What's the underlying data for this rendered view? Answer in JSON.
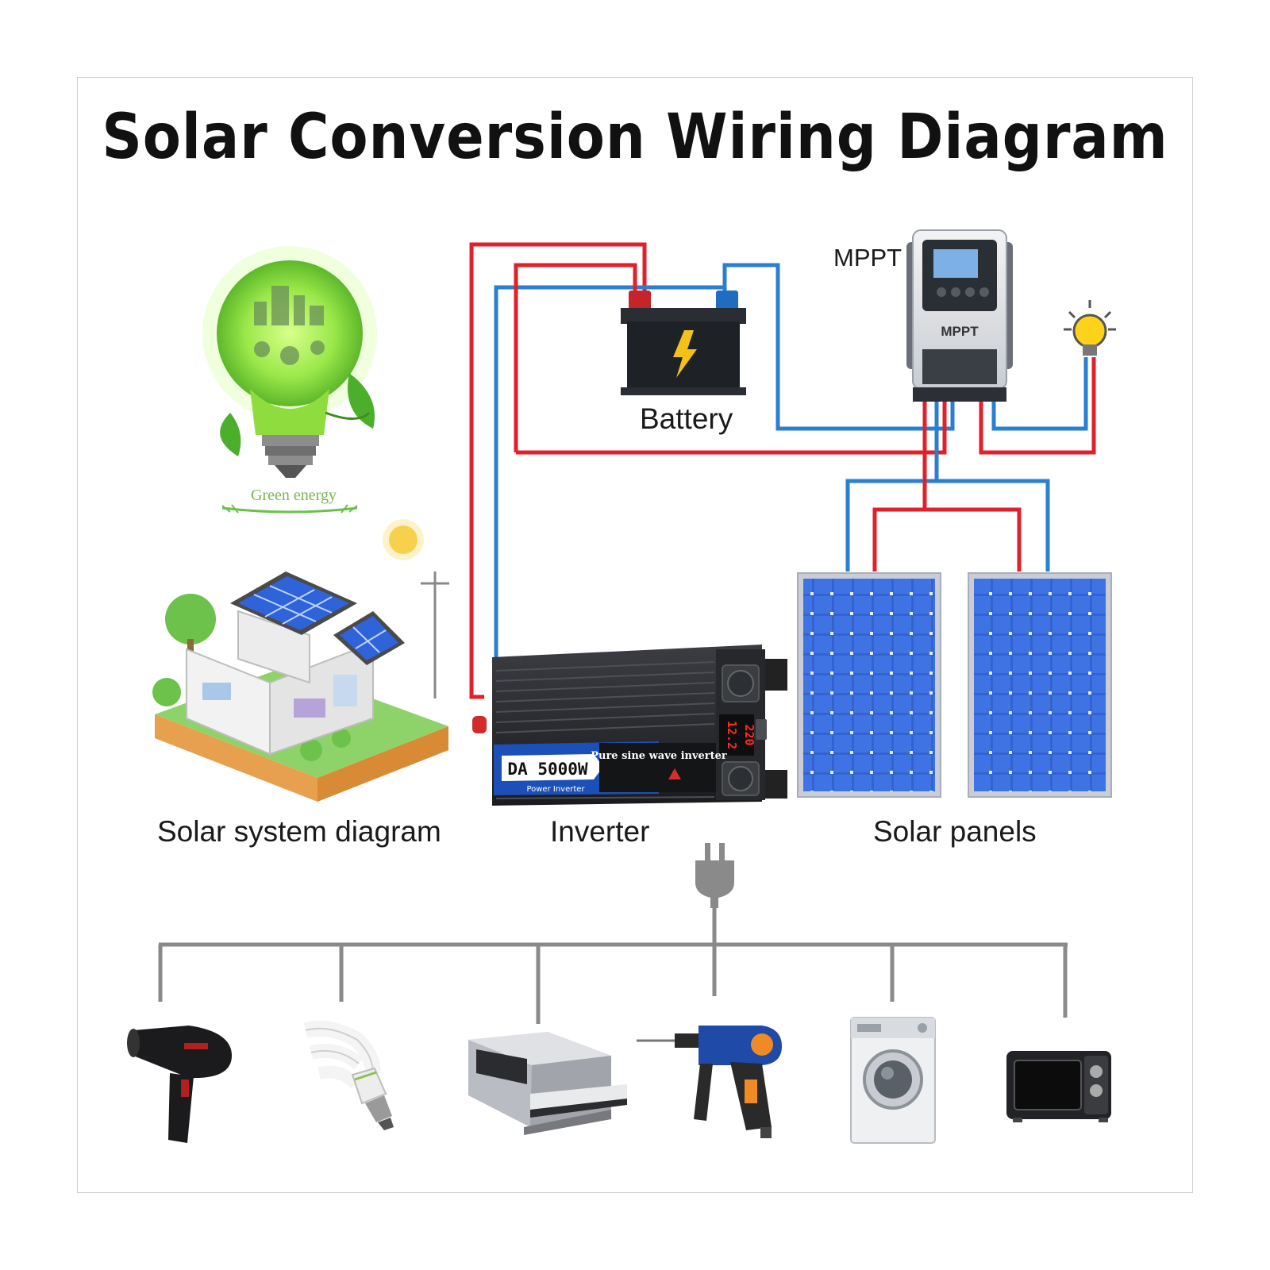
{
  "title": "Solar Conversion Wiring Diagram",
  "labels": {
    "battery": "Battery",
    "mppt": "MPPT",
    "solar_system": "Solar system diagram",
    "inverter": "Inverter",
    "solar_panels": "Solar panels"
  },
  "mppt_device": {
    "brand": "MPPT"
  },
  "bulb_caption": {
    "title": "Green energy"
  },
  "inverter_device": {
    "model": "DA 5000W",
    "tagline": "Pure sine wave inverter",
    "subtitle": "Power Inverter",
    "display_left": "12.2",
    "display_right": "220"
  },
  "colors": {
    "positive_wire": "#e0202a",
    "negative_wire": "#2a7fd0",
    "ac_wire": "#8a8a8a",
    "panel_blue": "#2f63d9"
  },
  "appliances": [
    {
      "icon": "hair-dryer-icon"
    },
    {
      "icon": "cfl-bulb-icon"
    },
    {
      "icon": "printer-icon"
    },
    {
      "icon": "drill-icon"
    },
    {
      "icon": "washing-machine-icon"
    },
    {
      "icon": "toaster-oven-icon"
    }
  ]
}
